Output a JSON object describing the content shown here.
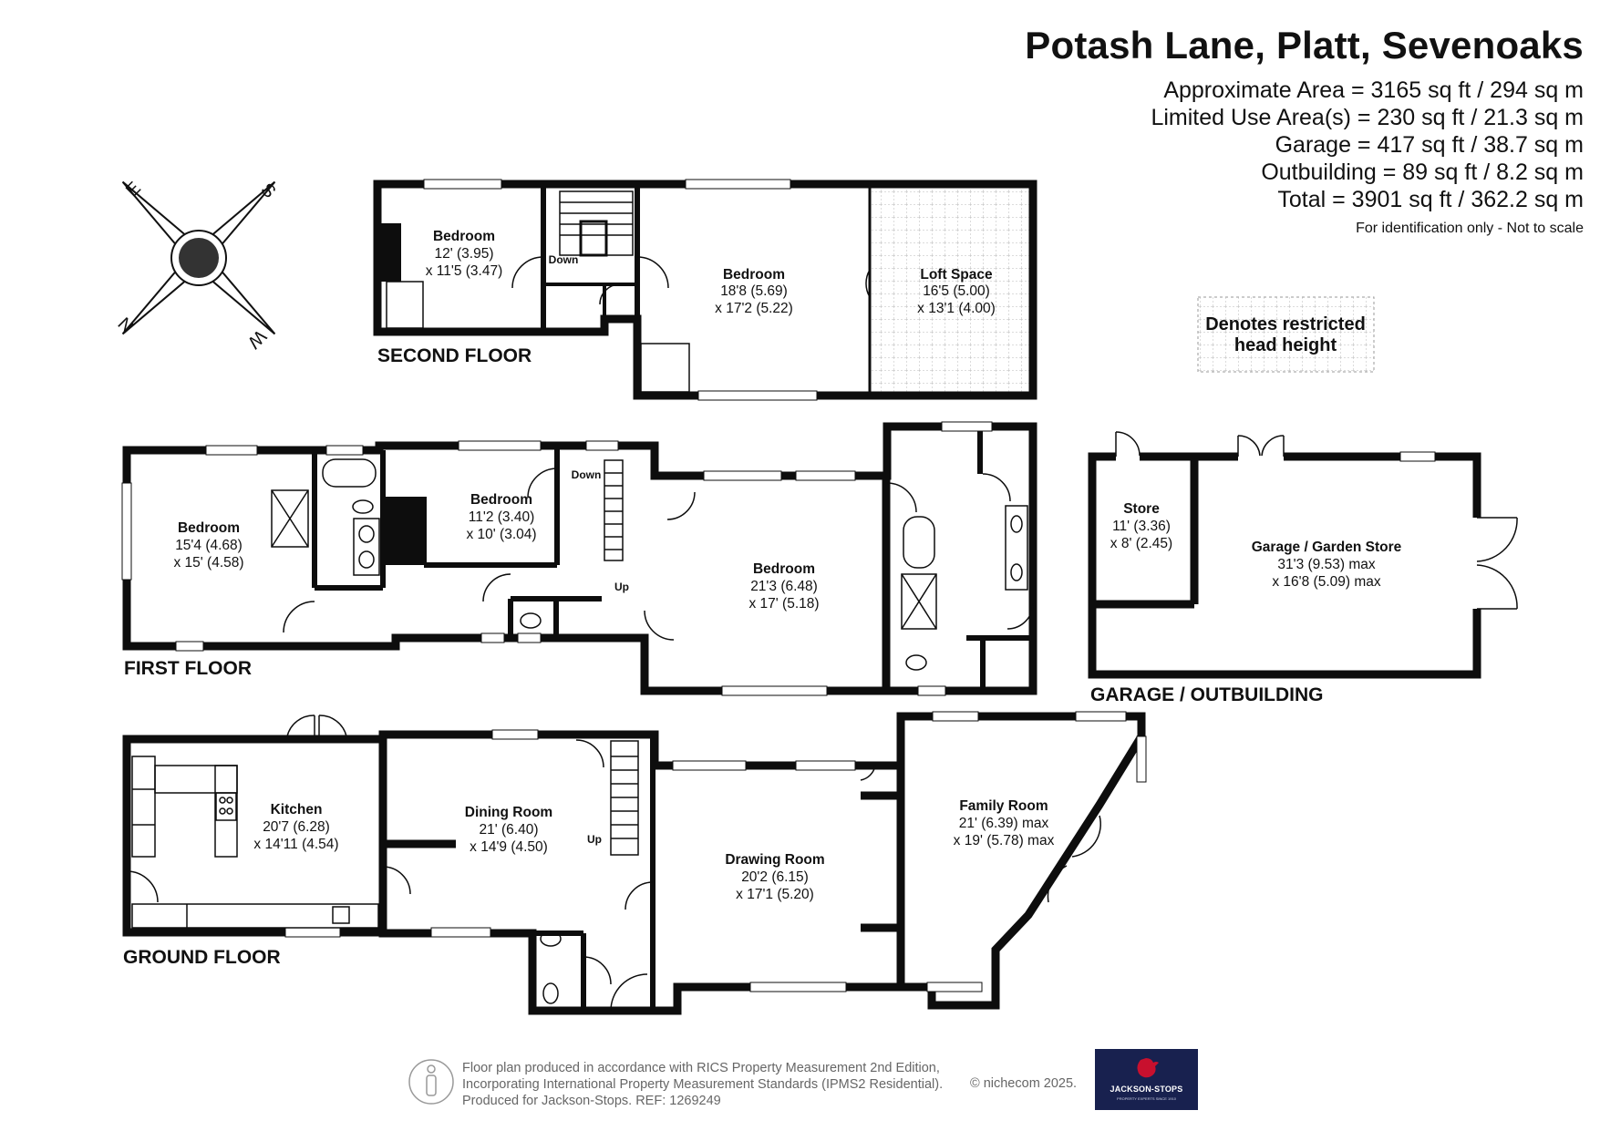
{
  "header": {
    "title": "Potash Lane, Platt, Sevenoaks",
    "areas": [
      "Approximate Area = 3165 sq ft / 294 sq m",
      "Limited Use Area(s) = 230 sq ft / 21.3 sq m",
      "Garage = 417 sq ft / 38.7 sq m",
      "Outbuilding = 89 sq ft / 8.2 sq m",
      "Total = 3901 sq ft / 362.2 sq m"
    ],
    "scale_note": "For identification only - Not to scale"
  },
  "compass": {
    "letters": [
      "S",
      "W",
      "N",
      "E"
    ]
  },
  "restricted_note": {
    "line1": "Denotes restricted",
    "line2": "head height"
  },
  "floors": {
    "second": "SECOND FLOOR",
    "first": "FIRST FLOOR",
    "ground": "GROUND FLOOR",
    "garage": "GARAGE / OUTBUILDING"
  },
  "stairs": {
    "down": "Down",
    "up": "Up"
  },
  "rooms": {
    "sf_bed1": {
      "name": "Bedroom",
      "dim1": "12' (3.95)",
      "dim2": "x 11'5 (3.47)"
    },
    "sf_bed2": {
      "name": "Bedroom",
      "dim1": "18'8 (5.69)",
      "dim2": "x 17'2 (5.22)"
    },
    "sf_loft": {
      "name": "Loft Space",
      "dim1": "16'5 (5.00)",
      "dim2": "x 13'1 (4.00)"
    },
    "ff_bed1": {
      "name": "Bedroom",
      "dim1": "15'4 (4.68)",
      "dim2": "x 15' (4.58)"
    },
    "ff_bed2": {
      "name": "Bedroom",
      "dim1": "11'2 (3.40)",
      "dim2": "x 10' (3.04)"
    },
    "ff_bed3": {
      "name": "Bedroom",
      "dim1": "21'3 (6.48)",
      "dim2": "x 17' (5.18)"
    },
    "store": {
      "name": "Store",
      "dim1": "11' (3.36)",
      "dim2": "x 8' (2.45)"
    },
    "garage": {
      "name": "Garage / Garden Store",
      "dim1": "31'3 (9.53) max",
      "dim2": "x 16'8 (5.09) max"
    },
    "kitchen": {
      "name": "Kitchen",
      "dim1": "20'7 (6.28)",
      "dim2": "x 14'11 (4.54)"
    },
    "dining": {
      "name": "Dining Room",
      "dim1": "21' (6.40)",
      "dim2": "x 14'9 (4.50)"
    },
    "drawing": {
      "name": "Drawing Room",
      "dim1": "20'2 (6.15)",
      "dim2": "x 17'1 (5.20)"
    },
    "family": {
      "name": "Family Room",
      "dim1": "21' (6.39) max",
      "dim2": "x 19' (5.78) max"
    }
  },
  "footer": {
    "lines": [
      "Floor plan produced in accordance with RICS Property Measurement 2nd Edition,",
      "Incorporating International Property Measurement Standards (IPMS2 Residential).",
      "Produced for Jackson-Stops.   REF:  1269249"
    ],
    "copyright": "© nichecom 2025.",
    "logo": "JACKSON-STOPS",
    "logo_tagline": "PROPERTY EXPERTS SINCE 1910"
  },
  "colors": {
    "wall": "#0d0d0d",
    "logo_bg": "#18214f",
    "restricted_line": "#9a9a9a"
  }
}
